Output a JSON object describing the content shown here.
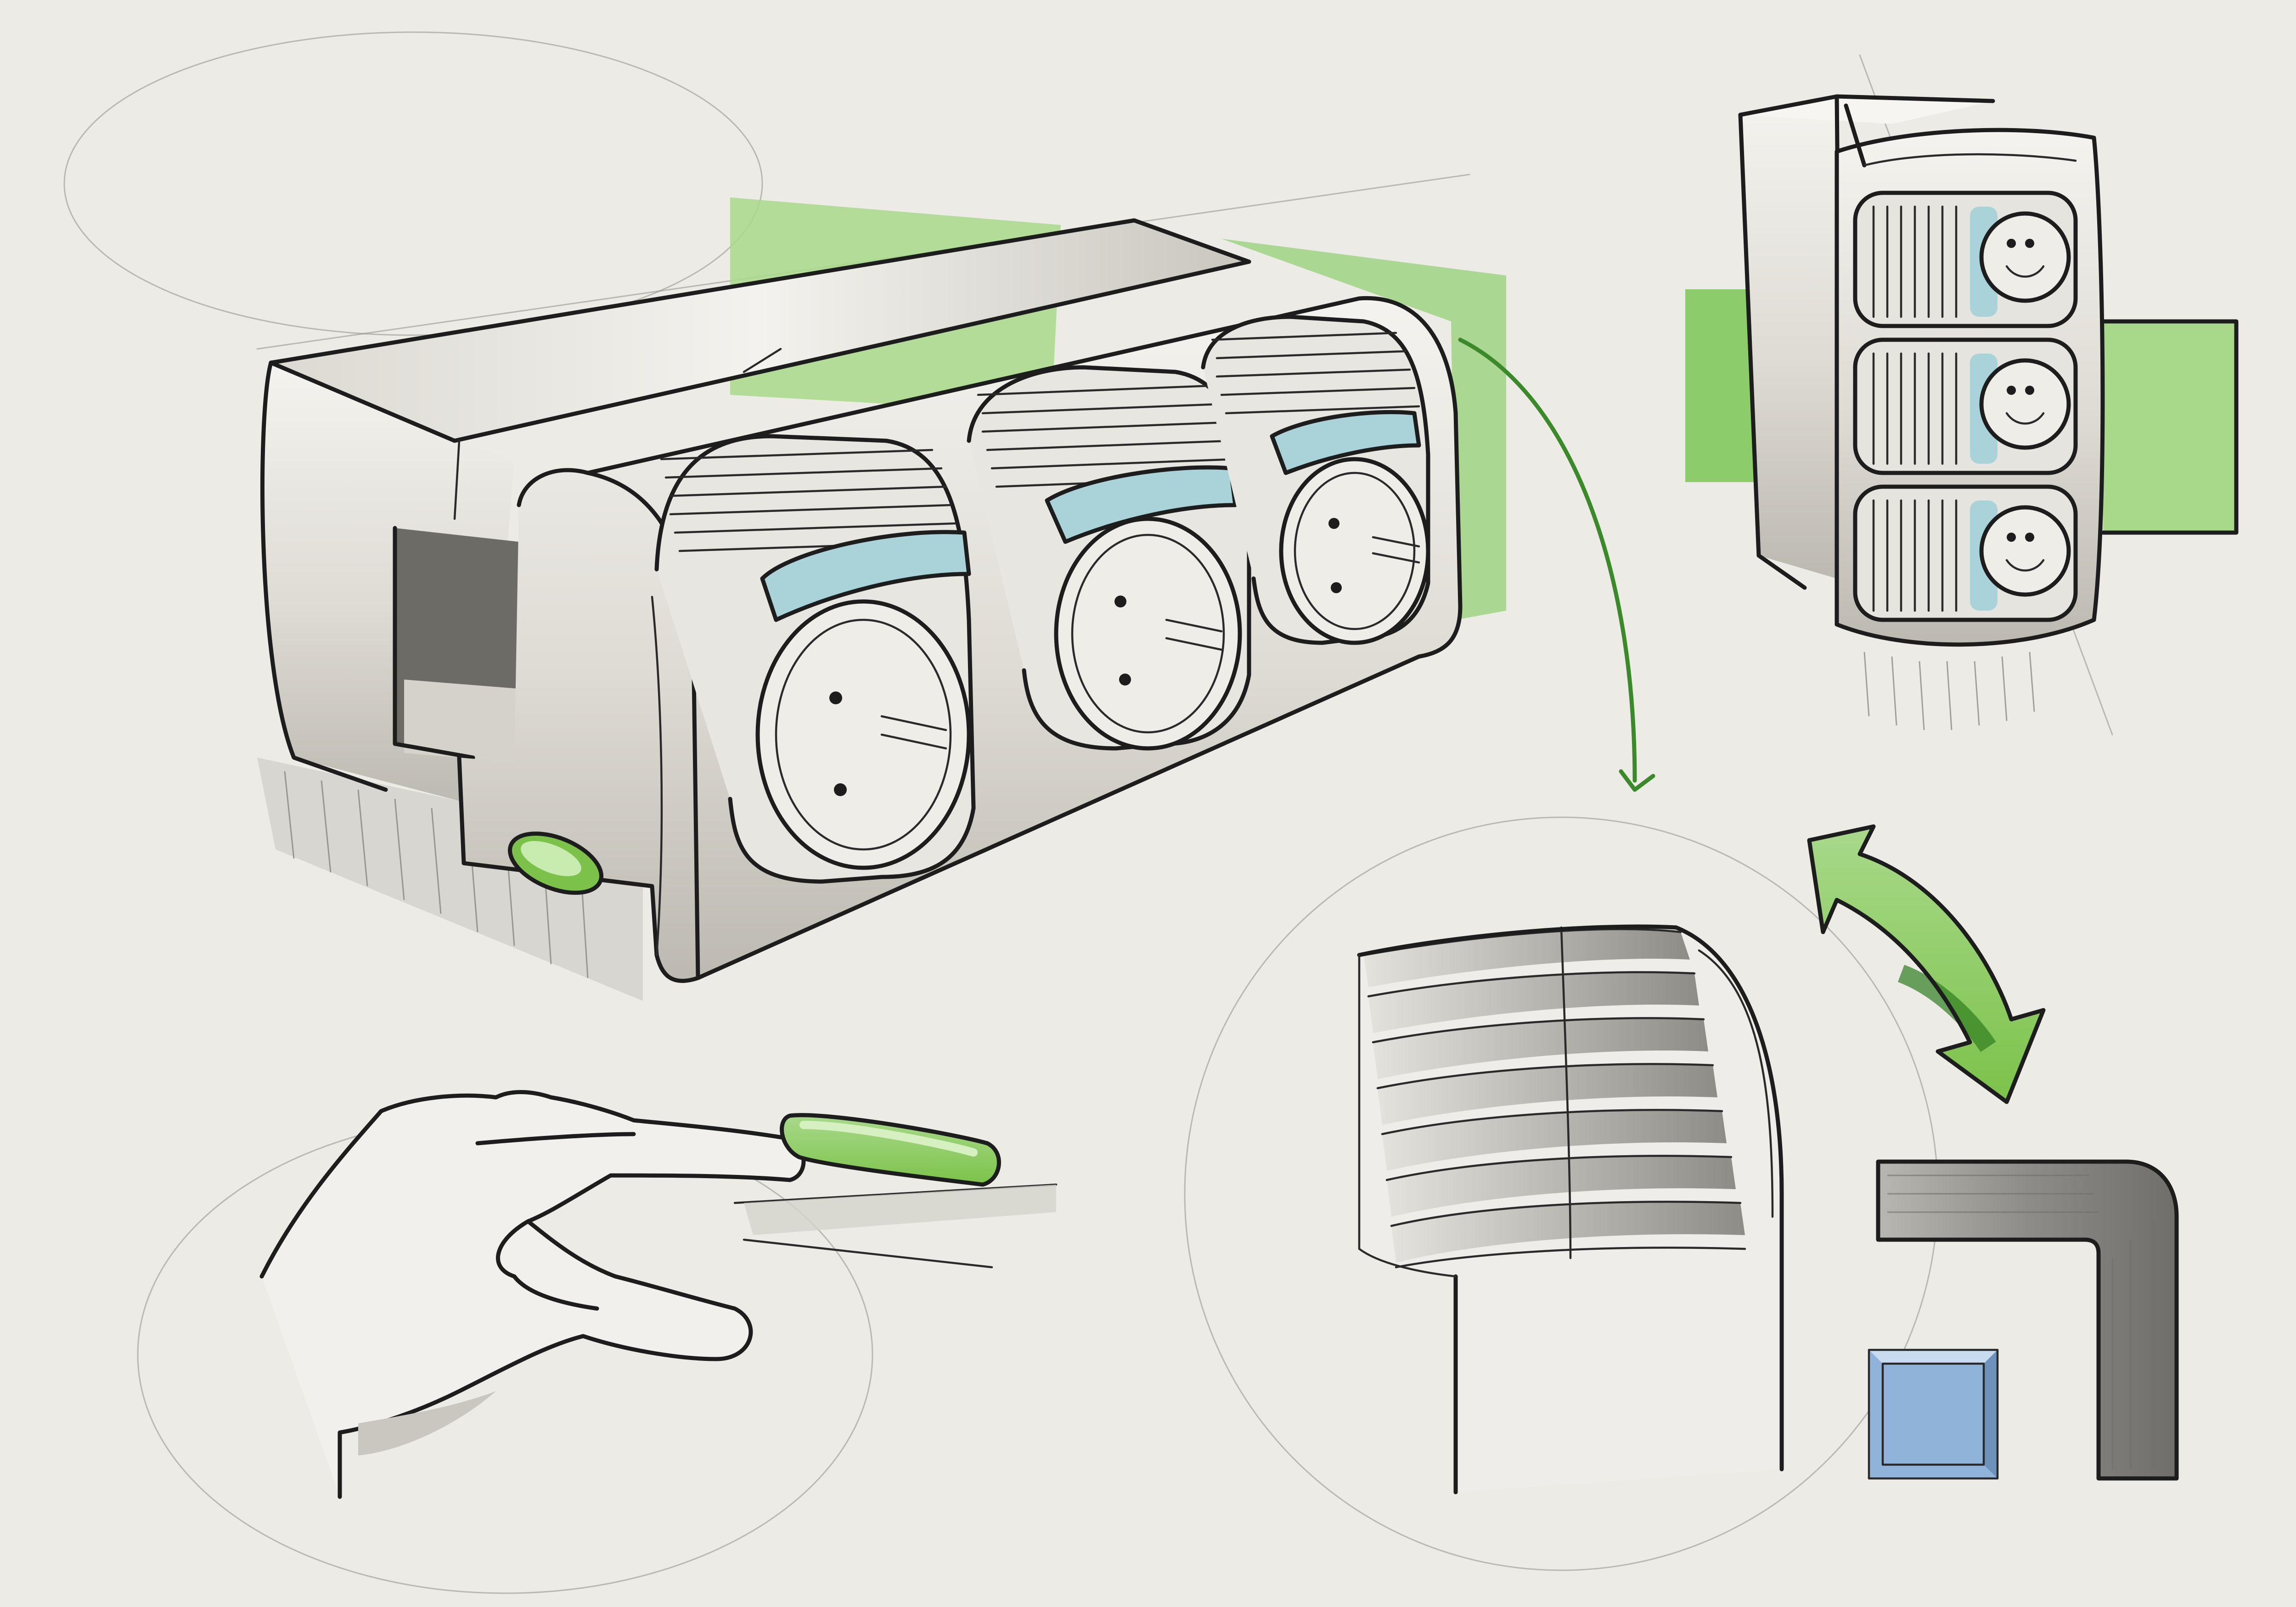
{
  "canvas": {
    "background": "#ecebe6"
  },
  "colors": {
    "paper": "#ecebe6",
    "ink": "#1d1d1d",
    "body_light": "#f4f3ef",
    "body_shadow": "#cfccc4",
    "body_dark": "#a9a69f",
    "accent_green": "#7cc24a",
    "accent_green_light": "#a8d98a",
    "accent_green_dark": "#2f7d20",
    "slot_blue": "#a9d3d9",
    "sample_blue": "#8fb3d9",
    "steel_gray": "#9a9a96"
  },
  "scene": {
    "main_sketch": {
      "sockets": 3,
      "switch_color": "green"
    },
    "vertical_sketch": {
      "sockets": 3
    },
    "hand_detail": {
      "switch_color": "green"
    },
    "louver_detail": {
      "slats": 7
    },
    "rotate_arrow": {
      "color": "green"
    },
    "material_samples": {
      "count": 2
    }
  }
}
